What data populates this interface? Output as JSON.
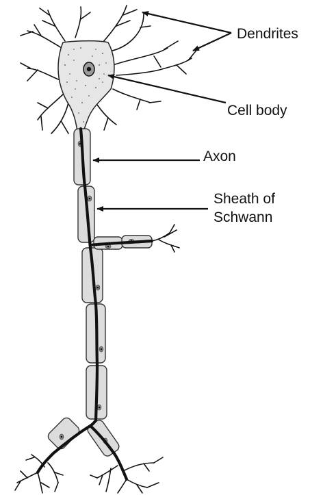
{
  "labels": {
    "dendrites": "Dendrites",
    "cell_body": "Cell body",
    "axon": "Axon",
    "sheath_line1": "Sheath of",
    "sheath_line2": "Schwann"
  }
}
